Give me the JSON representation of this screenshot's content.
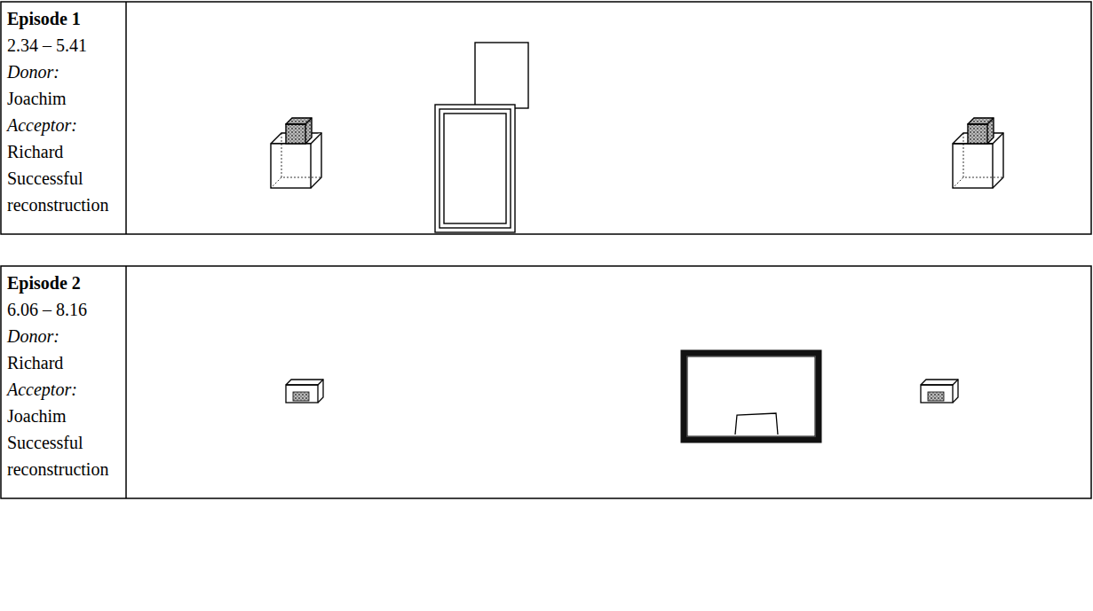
{
  "diagram": {
    "nodes": [
      {
        "text": [
          "Episode 1",
          "2.34 – 5.41",
          "Donor:",
          "Joachim",
          "Acceptor:",
          "Richard",
          "Successful reconstruction"
        ]
      },
      {
        "text": [
          "Episode 2",
          "6.06 – 8.16",
          "Donor:",
          "Richard",
          "Acceptor:",
          "Joachim",
          "Successful reconstruction"
        ]
      }
    ]
  }
}
